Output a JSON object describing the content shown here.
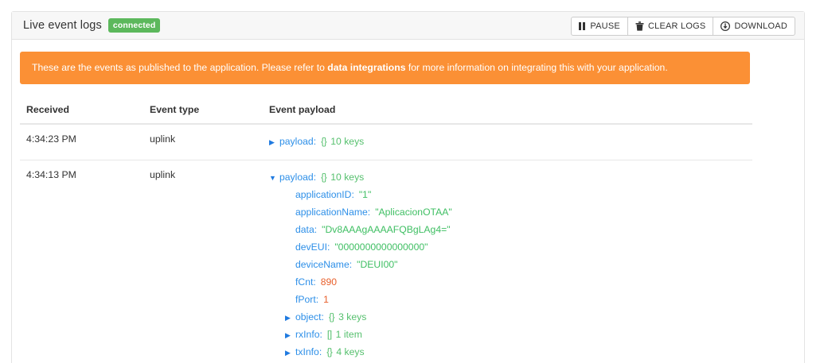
{
  "header": {
    "title": "Live event logs",
    "status_badge": "connected",
    "buttons": [
      {
        "label": "PAUSE",
        "icon": "pause-icon"
      },
      {
        "label": "CLEAR LOGS",
        "icon": "trash-icon"
      },
      {
        "label": "DOWNLOAD",
        "icon": "download-icon"
      }
    ]
  },
  "banner": {
    "text_before": "These are the events as published to the application. Please refer to ",
    "link_text": "data integrations",
    "text_after": " for more information on integrating this with your application.",
    "background_color": "#fb9035"
  },
  "table": {
    "columns": [
      "Received",
      "Event type",
      "Event payload"
    ],
    "rows": [
      {
        "received": "4:34:23 PM",
        "event_type": "uplink",
        "payload": {
          "key": "payload",
          "brace": "{}",
          "count": "10 keys",
          "expanded": false,
          "caret": "▶"
        }
      },
      {
        "received": "4:34:13 PM",
        "event_type": "uplink",
        "payload": {
          "key": "payload",
          "brace": "{}",
          "count": "10 keys",
          "expanded": true,
          "caret": "▼"
        }
      }
    ]
  },
  "payload_tree": [
    {
      "key": "applicationID",
      "value": "\"1\"",
      "type": "string"
    },
    {
      "key": "applicationName",
      "value": "\"AplicacionOTAA\"",
      "type": "string"
    },
    {
      "key": "data",
      "value": "\"Dv8AAAgAAAAFQBgLAg4=\"",
      "type": "string"
    },
    {
      "key": "devEUI",
      "value": "\"0000000000000000\"",
      "type": "string"
    },
    {
      "key": "deviceName",
      "value": "\"DEUI00\"",
      "type": "string"
    },
    {
      "key": "fCnt",
      "value": "890",
      "type": "number"
    },
    {
      "key": "fPort",
      "value": "1",
      "type": "number"
    },
    {
      "key": "object",
      "brace": "{}",
      "count": "3 keys",
      "type": "node",
      "caret": "▶"
    },
    {
      "key": "rxInfo",
      "brace": "[]",
      "count": "1 item",
      "type": "node",
      "caret": "▶"
    },
    {
      "key": "txInfo",
      "brace": "{}",
      "count": "4 keys",
      "type": "node",
      "caret": "▶"
    }
  ],
  "colors": {
    "badge_green": "#5cb85c",
    "banner_orange": "#fb9035",
    "json_key_blue": "#2d8fe8",
    "json_string_green": "#3fbf63",
    "json_number_orange": "#e8602c"
  }
}
